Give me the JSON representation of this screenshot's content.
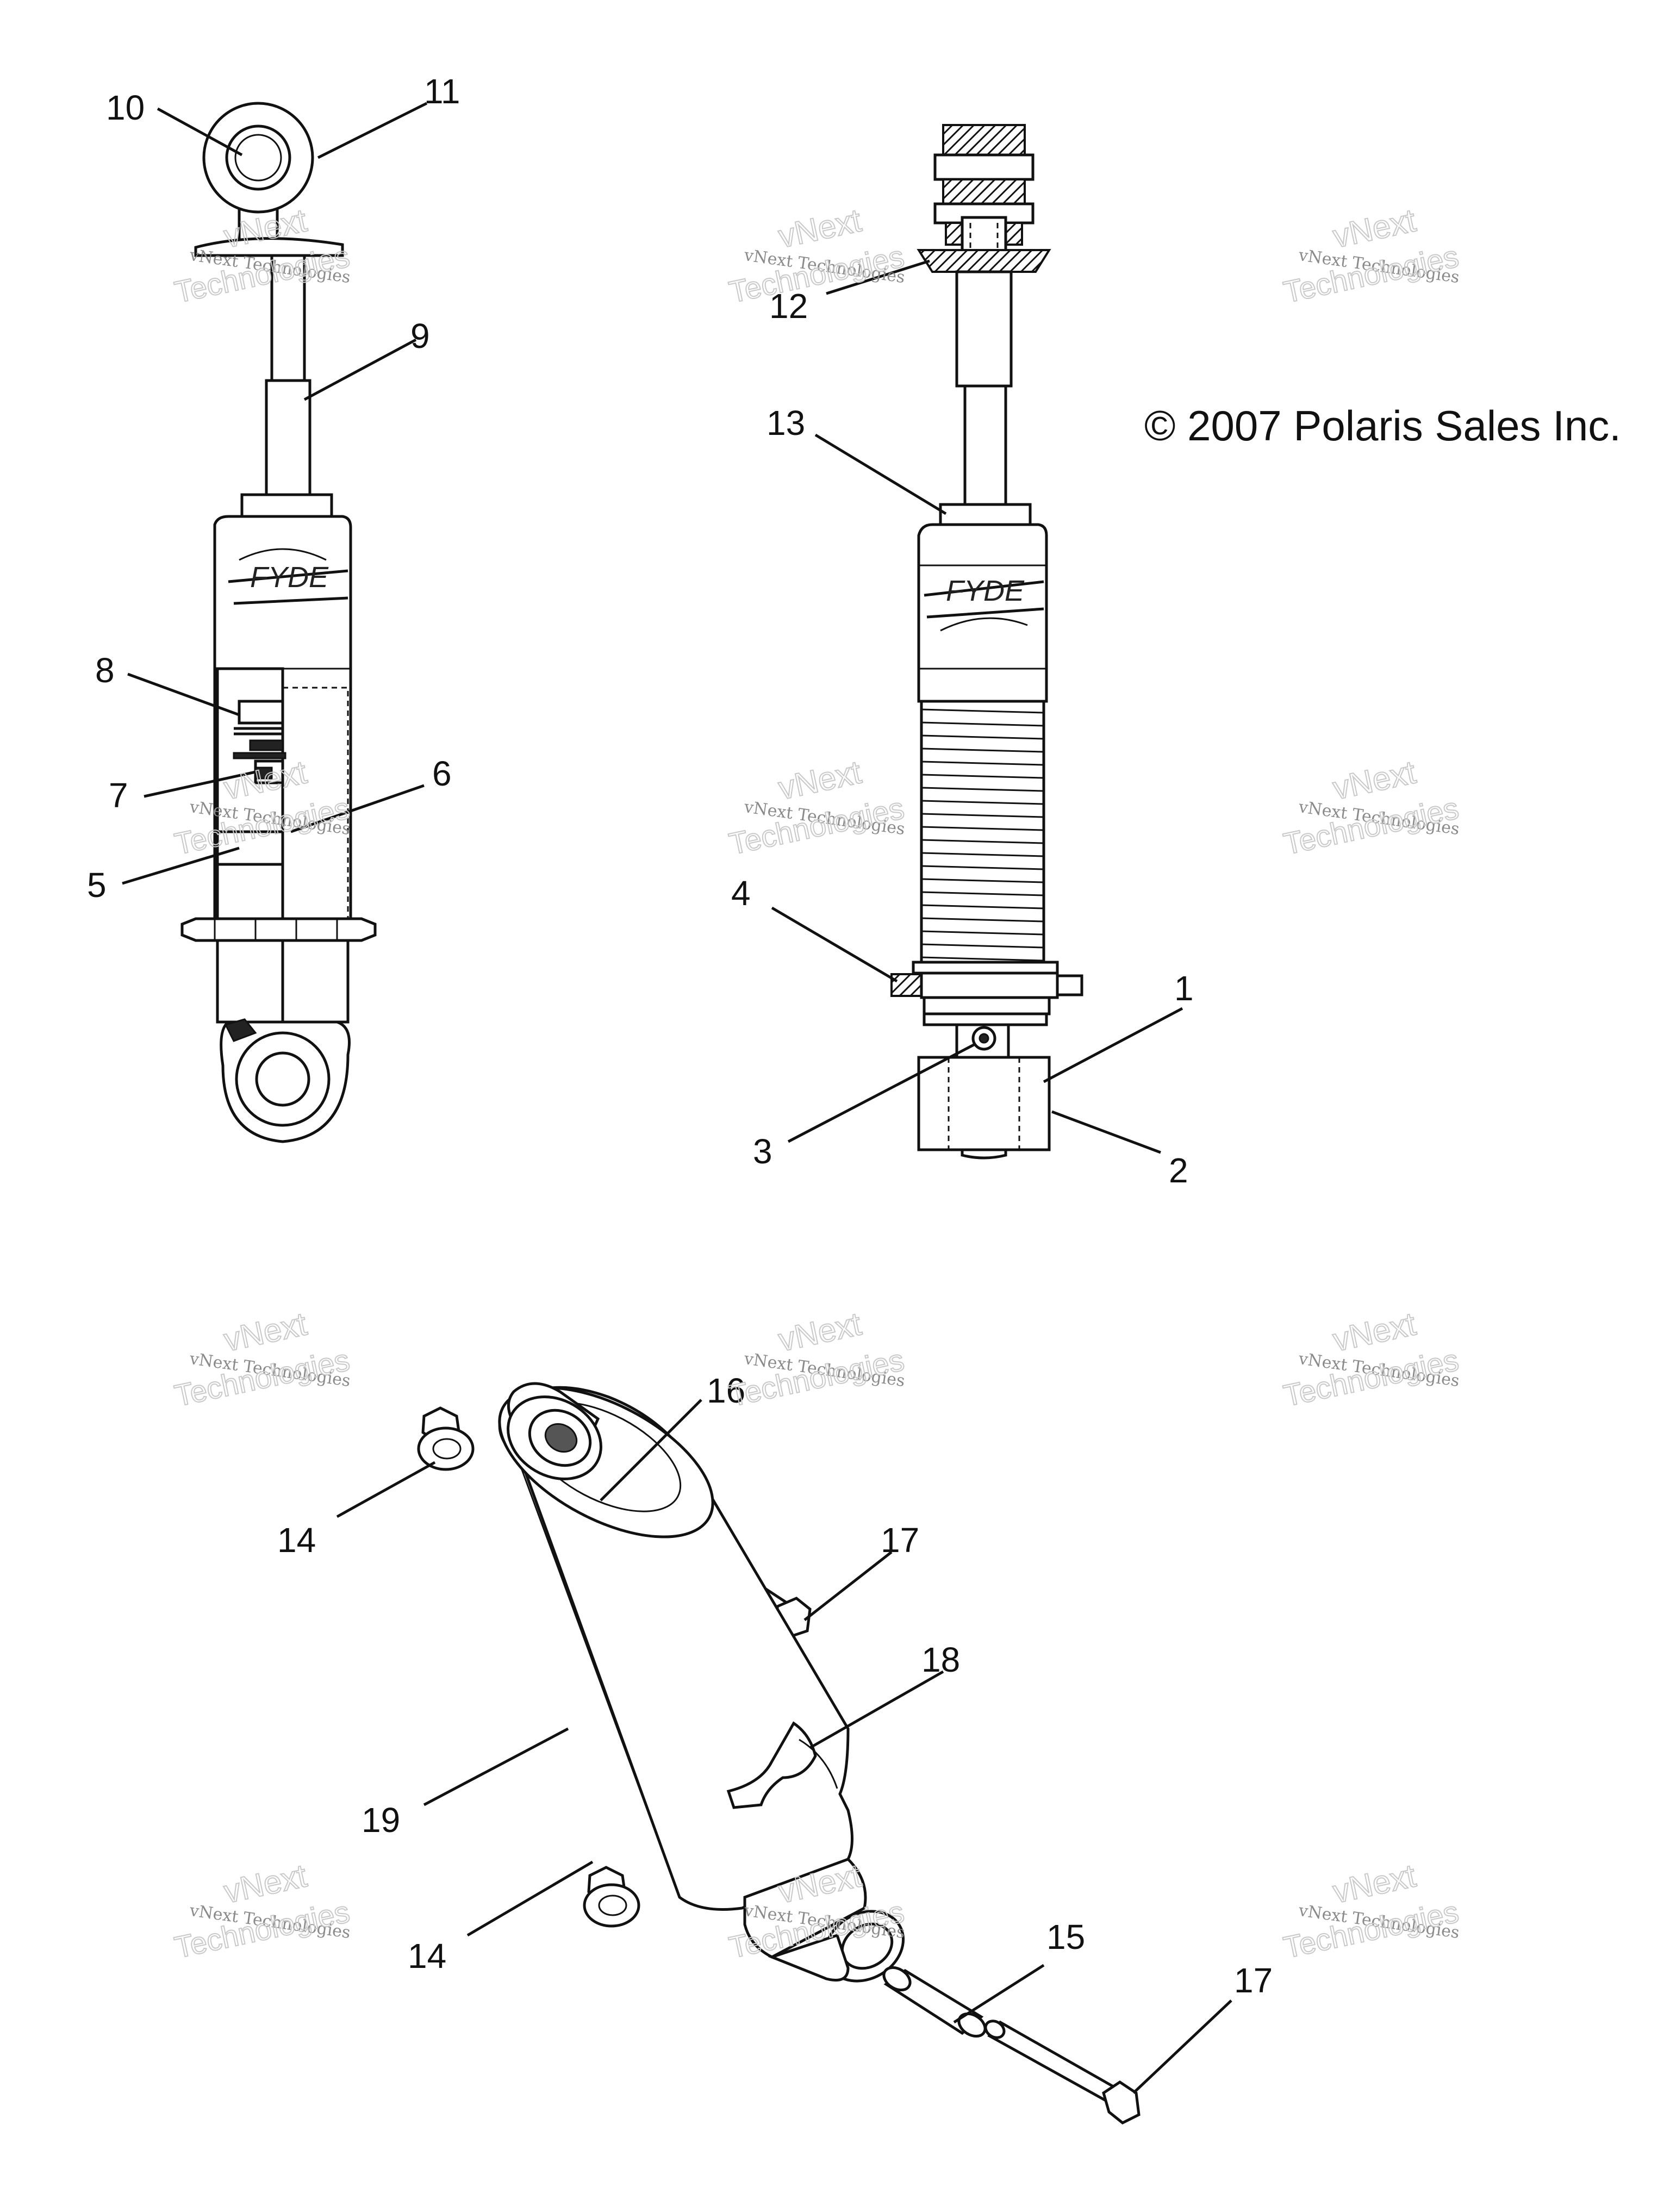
{
  "copyright": "© 2007 Polaris Sales Inc.",
  "watermark": {
    "line1": "vNext Technologies",
    "line2": "vNext",
    "line3": "Technologies"
  },
  "callouts": [
    {
      "id": "1",
      "text": "1"
    },
    {
      "id": "2",
      "text": "2"
    },
    {
      "id": "3",
      "text": "3"
    },
    {
      "id": "4",
      "text": "4"
    },
    {
      "id": "5",
      "text": "5"
    },
    {
      "id": "6",
      "text": "6"
    },
    {
      "id": "7",
      "text": "7"
    },
    {
      "id": "8",
      "text": "8"
    },
    {
      "id": "9",
      "text": "9"
    },
    {
      "id": "10",
      "text": "10"
    },
    {
      "id": "11",
      "text": "11"
    },
    {
      "id": "12",
      "text": "12"
    },
    {
      "id": "13",
      "text": "13"
    },
    {
      "id": "14a",
      "text": "14"
    },
    {
      "id": "14b",
      "text": "14"
    },
    {
      "id": "15",
      "text": "15"
    },
    {
      "id": "16",
      "text": "16"
    },
    {
      "id": "17a",
      "text": "17"
    },
    {
      "id": "17b",
      "text": "17"
    },
    {
      "id": "18",
      "text": "18"
    },
    {
      "id": "19",
      "text": "19"
    }
  ]
}
